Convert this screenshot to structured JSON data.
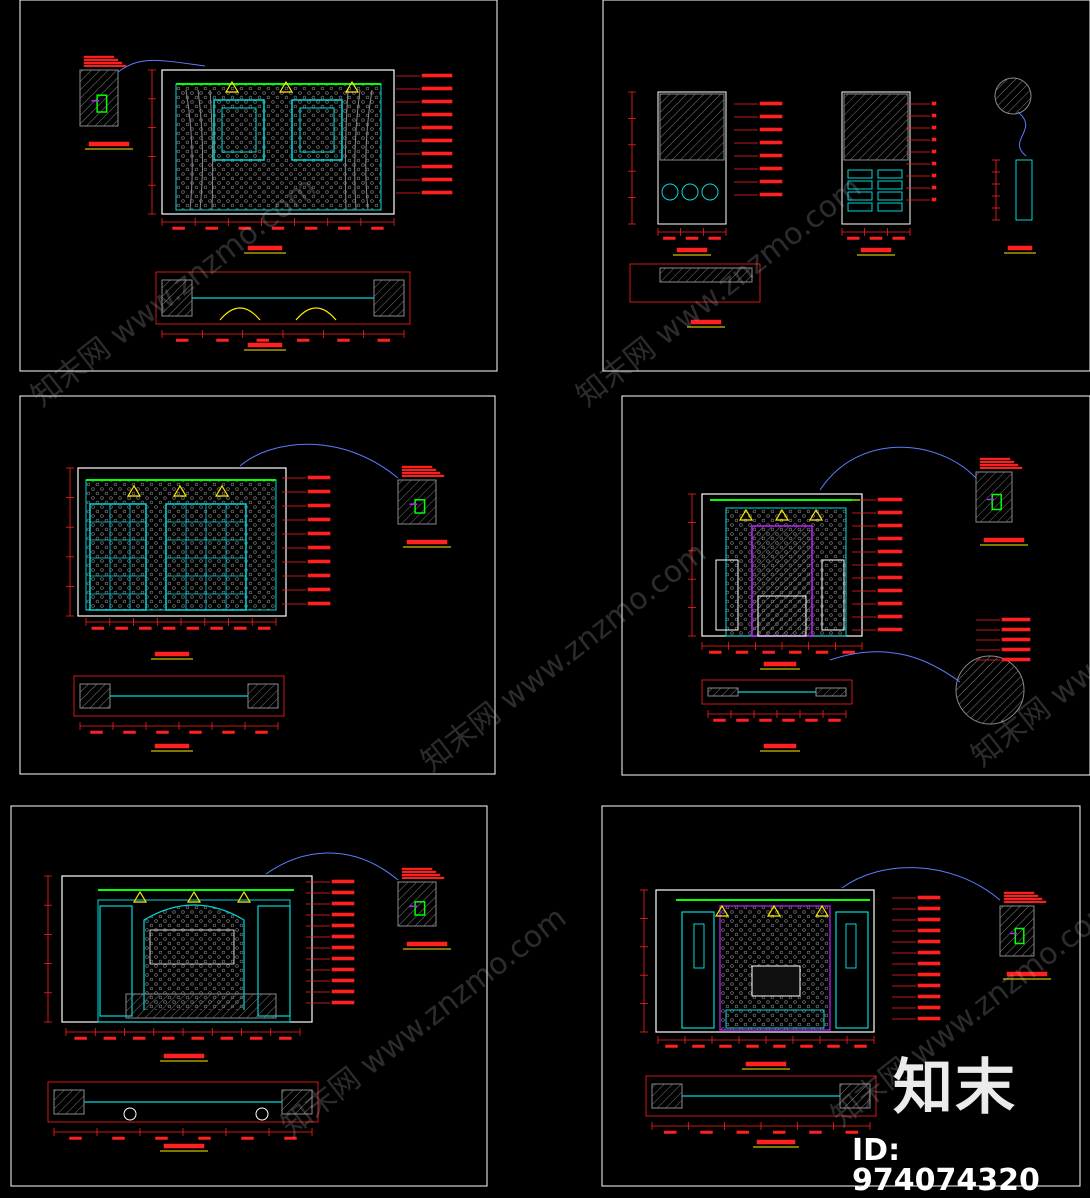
{
  "colors": {
    "background": "#000000",
    "frame": "#ffffff",
    "cyan": "#00d8d8",
    "red": "#ff2020",
    "green": "#00ff00",
    "yellow": "#ffee00",
    "magenta": "#c020ff",
    "blue_leader": "#5a7dff",
    "dim": "#8a8a8a"
  },
  "watermark": {
    "brand": "知末",
    "id_label": "ID: 974074320",
    "diagonal_text": "知末网 www.znzmo.com"
  },
  "sheets": [
    {
      "elevation_type": "curtain-windows",
      "has_plan": true
    },
    {
      "elevation_type": "cabinets",
      "has_plan": true
    },
    {
      "elevation_type": "lattice-doors",
      "has_plan": true
    },
    {
      "elevation_type": "fireplace",
      "has_plan": true
    },
    {
      "elevation_type": "headboard",
      "has_plan": true
    },
    {
      "elevation_type": "tv-wall",
      "has_plan": true
    }
  ]
}
